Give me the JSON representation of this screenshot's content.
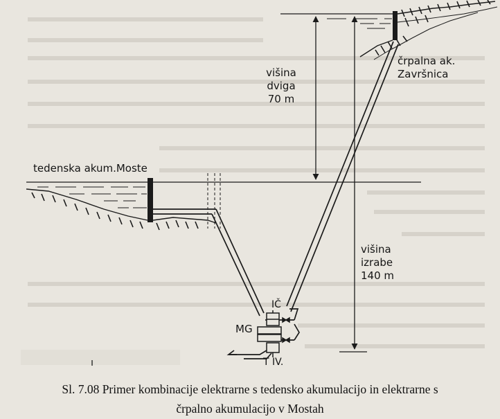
{
  "labels": {
    "pump_storage": [
      "črpalna ak.",
      "Završnica"
    ],
    "lift_height": [
      "višina",
      "dviga",
      "70 m"
    ],
    "weekly_storage": "tedenska akum.Moste",
    "usage_height": [
      "višina",
      "izrabe",
      "140 m"
    ],
    "machine_group": "MG",
    "pump_marker": "IČ",
    "turbine_marker": "T IV."
  },
  "caption": {
    "line1": "Sl. 7.08 Primer kombinacije elektrarne s tedensko akumulacijo in elektrarne s",
    "line2": "črpalno akumulacijo v Mostah"
  },
  "colors": {
    "paper": "#e9e6df",
    "ink": "#1b1b1b",
    "ghost_text": "#cfcbc2"
  }
}
